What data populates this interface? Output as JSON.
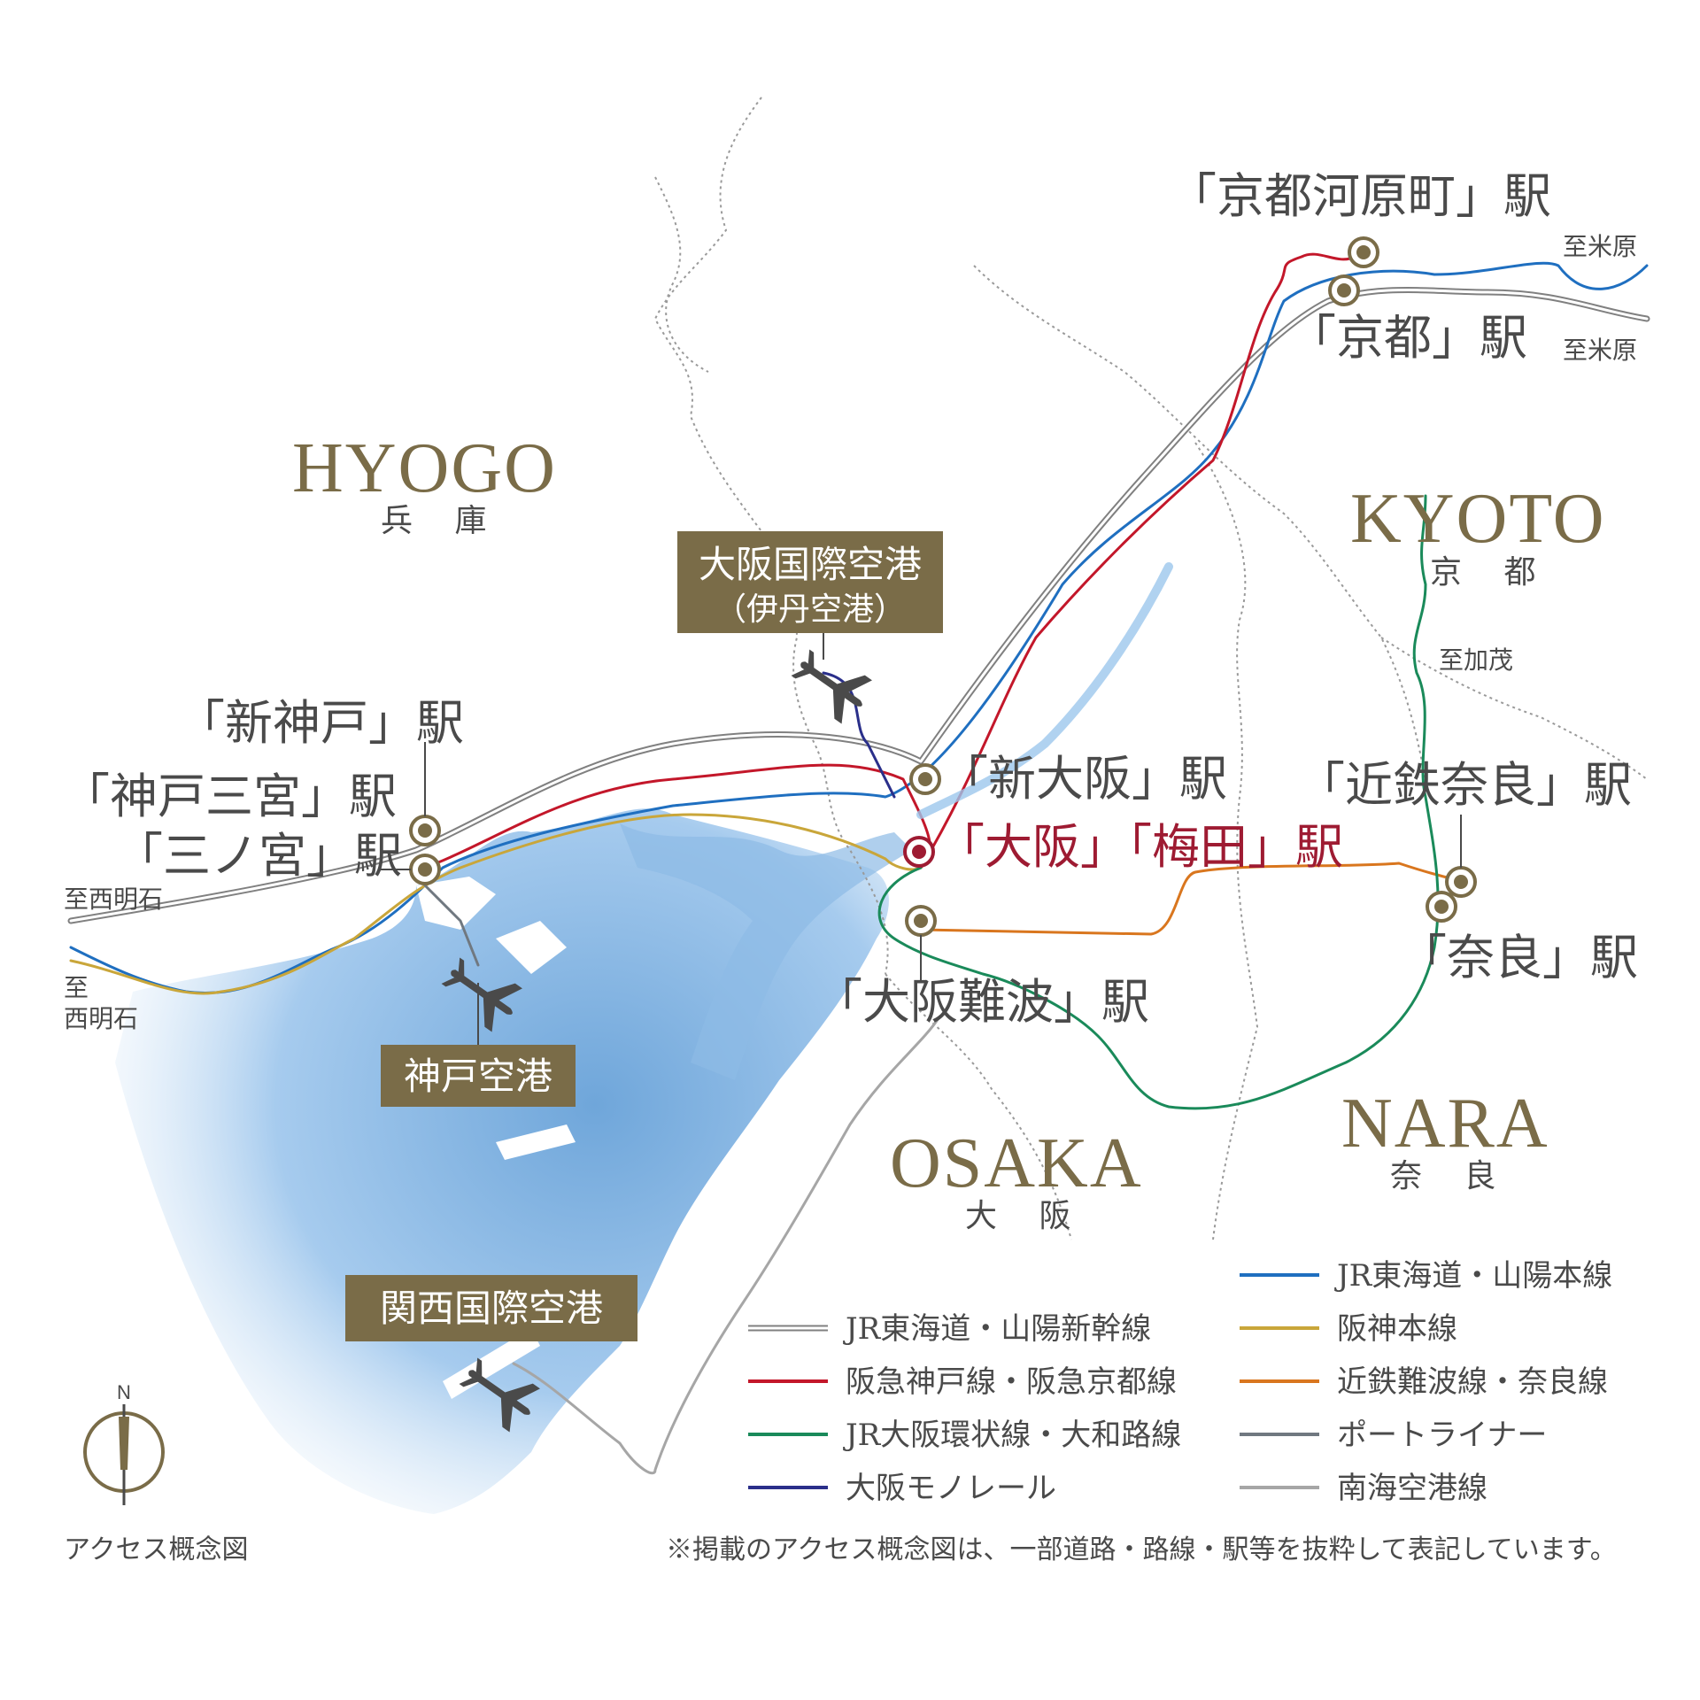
{
  "regions": {
    "hyogo": {
      "en": "HYOGO",
      "jp": "兵 庫"
    },
    "kyoto": {
      "en": "KYOTO",
      "jp": "京 都"
    },
    "osaka": {
      "en": "OSAKA",
      "jp": "大 阪"
    },
    "nara": {
      "en": "NARA",
      "jp": "奈 良"
    }
  },
  "stations": {
    "kawaramachi": "「京都河原町」駅",
    "kyoto": "「京都」駅",
    "shinkobe": "「新神戸」駅",
    "kobesannomiya": "「神戸三宮」駅",
    "sannomiya": "「三ノ宮」駅",
    "shinosaka": "「新大阪」駅",
    "osaka_umeda": "「大阪」「梅田」駅",
    "osakanamba": "「大阪難波」駅",
    "kintetsunara": "「近鉄奈良」駅",
    "nara": "「奈良」駅"
  },
  "destinations": {
    "maibara_1": "至米原",
    "maibara_2": "至米原",
    "nishiakashi_1": "至西明石",
    "nishiakashi_2_line1": "至",
    "nishiakashi_2_line2": "西明石",
    "kamo": "至加茂"
  },
  "airports": {
    "itami_line1": "大阪国際空港",
    "itami_line2": "（伊丹空港）",
    "kobe": "神戸空港",
    "kansai": "関西国際空港"
  },
  "legend": [
    {
      "label": "JR東海道・山陽新幹線",
      "color": "#808080",
      "style": "double"
    },
    {
      "label": "阪急神戸線・阪急京都線",
      "color": "#c3172a"
    },
    {
      "label": "JR大阪環状線・大和路線",
      "color": "#1a8a5a"
    },
    {
      "label": "大阪モノレール",
      "color": "#2a2f8a"
    },
    {
      "label": "JR東海道・山陽本線",
      "color": "#1f6fc0"
    },
    {
      "label": "阪神本線",
      "color": "#c9a63a"
    },
    {
      "label": "近鉄難波線・奈良線",
      "color": "#d9761e"
    },
    {
      "label": "ポートライナー",
      "color": "#707880"
    },
    {
      "label": "南海空港線",
      "color": "#a6a6a6"
    }
  ],
  "compass": {
    "label": "N"
  },
  "caption_left": "アクセス概念図",
  "caption_right": "※掲載のアクセス概念図は、一部道路・路線・駅等を抜粋して表記しています。",
  "colors": {
    "accent_gold": "#7a6c48",
    "highlight_red": "#9e1b32",
    "sea_blue": "#7fb0df"
  }
}
